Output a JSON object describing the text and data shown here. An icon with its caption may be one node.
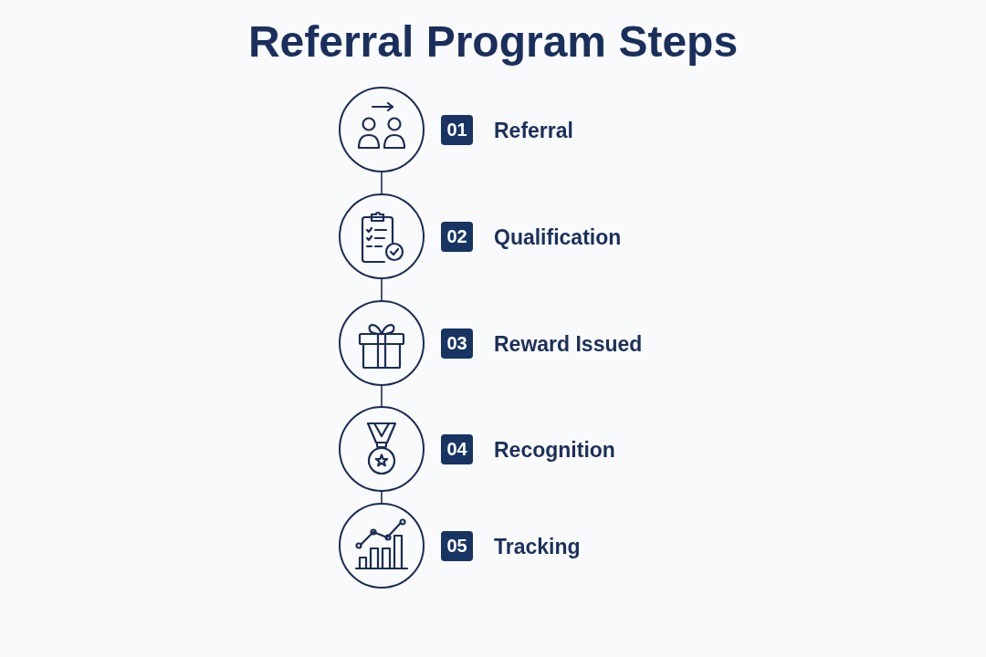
{
  "diagram": {
    "title": "Referral Program Steps",
    "nodes": [
      {
        "text": [],
        "shape": "circle"
      },
      {
        "text": [
          "01"
        ],
        "beside": [
          "Referral"
        ]
      },
      {
        "text": [],
        "shape": "circle"
      },
      {
        "text": [
          "02"
        ],
        "beside": [
          "Qualification"
        ]
      },
      {
        "text": [],
        "shape": "circle"
      },
      {
        "text": [
          "03"
        ],
        "beside": [
          "Reward Issued"
        ]
      },
      {
        "text": [],
        "shape": "circle"
      },
      {
        "text": [
          "04"
        ],
        "beside": [
          "Recognition"
        ]
      },
      {
        "text": [],
        "shape": "circle"
      },
      {
        "text": [
          "05"
        ],
        "beside": [
          "Tracking"
        ]
      }
    ],
    "edges": [
      {
        "from": 0,
        "to": 2,
        "arrow": "none"
      },
      {
        "from": 2,
        "to": 4,
        "arrow": "none"
      },
      {
        "from": 4,
        "to": 6,
        "arrow": "none"
      },
      {
        "from": 6,
        "to": 8,
        "arrow": "none"
      }
    ]
  }
}
